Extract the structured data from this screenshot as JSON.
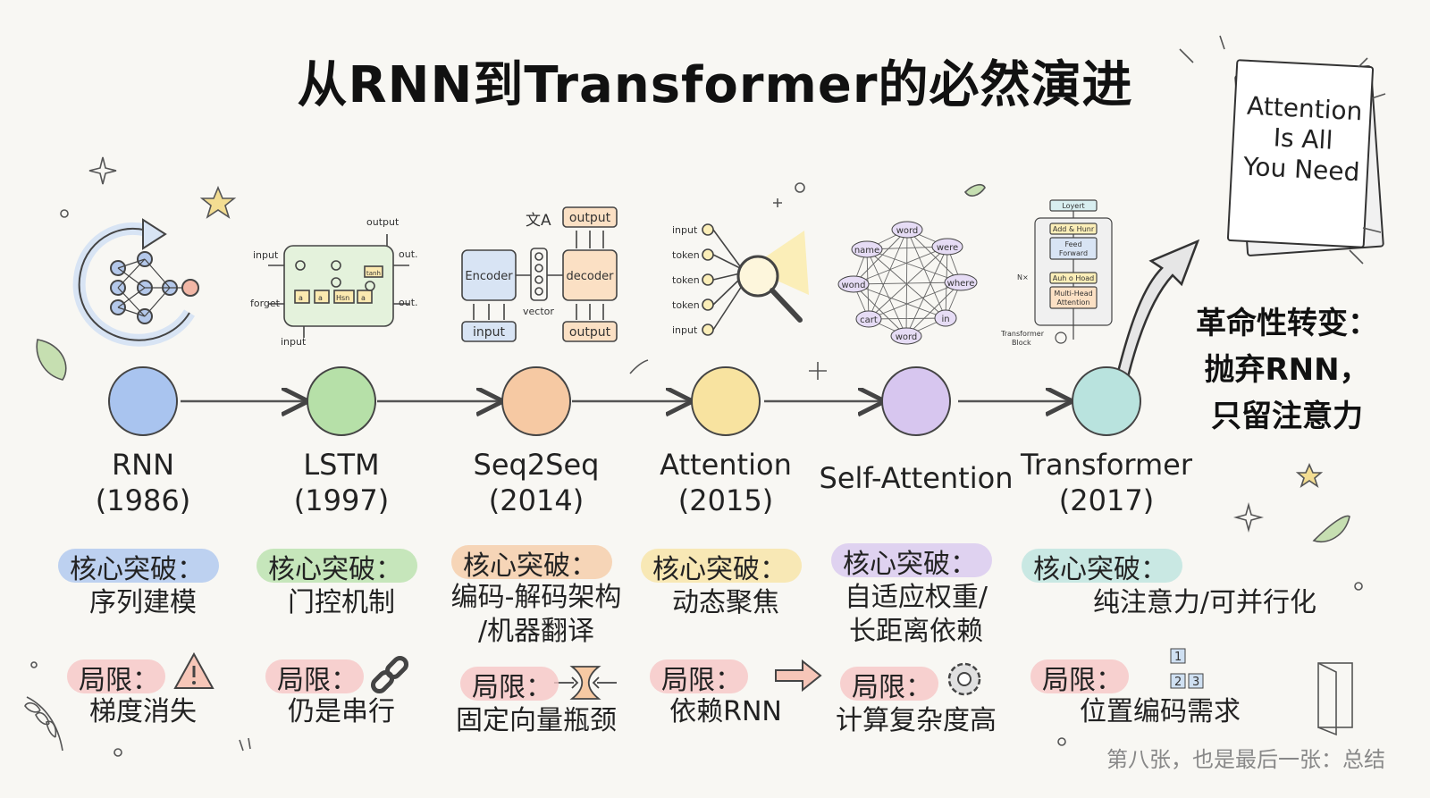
{
  "title": "从RNN到Transformer的必然演进",
  "paper": {
    "line1": "Attention",
    "line2": "Is All",
    "line3": "You Need"
  },
  "revolution": {
    "line1": "革命性转变：",
    "line2": "抛弃RNN，",
    "line3": "只留注意力"
  },
  "footer": "第八张，也是最后一张：总结",
  "nodes": [
    {
      "name": "RNN",
      "year": "(1986)",
      "core_label": "核心突破：",
      "core": "序列建模",
      "core2": "",
      "limit_label": "局限：",
      "limit": "梯度消失",
      "limit_icon": "warning-icon",
      "color": "#a9c4ef"
    },
    {
      "name": "LSTM",
      "year": "(1997)",
      "core_label": "核心突破：",
      "core": "门控机制",
      "core2": "",
      "limit_label": "局限：",
      "limit": "仍是串行",
      "limit_icon": "chain-link-icon",
      "color": "#b6e0a8"
    },
    {
      "name": "Seq2Seq",
      "year": "(2014)",
      "core_label": "核心突破：",
      "core": "编码-解码架构",
      "core2": "/机器翻译",
      "limit_label": "局限：",
      "limit": "固定向量瓶颈",
      "limit_icon": "bottleneck-icon",
      "color": "#f6c9a3"
    },
    {
      "name": "Attention",
      "year": "(2015)",
      "core_label": "核心突破：",
      "core": "动态聚焦",
      "core2": "",
      "limit_label": "局限：",
      "limit": "依赖RNN",
      "limit_icon": "arrow-right-icon",
      "color": "#f8e3a0"
    },
    {
      "name": "Self-Attention",
      "year": "",
      "core_label": "核心突破：",
      "core": "自适应权重/",
      "core2": "长距离依赖",
      "limit_label": "局限：",
      "limit": "计算复杂度高",
      "limit_icon": "gear-icon",
      "color": "#d7c6ef"
    },
    {
      "name": "Transformer",
      "year": "(2017)",
      "core_label": "核心突破：",
      "core": "纯注意力/可并行化",
      "core2": "",
      "limit_label": "局限：",
      "limit": "位置编码需求",
      "limit_icon": "numbered-blocks-icon",
      "color": "#b9e3de"
    }
  ],
  "illustrations": {
    "lstm": {
      "input": "input",
      "forget": "forget",
      "output": "output",
      "out1": "out.",
      "out2": "out.",
      "input2": "input",
      "gate_a1": "a",
      "gate_a2": "a",
      "gate_hsn": "Hsn",
      "gate_a3": "a",
      "gate_tanh": "tanh"
    },
    "seq2seq": {
      "encoder": "Encoder",
      "decoder": "decoder",
      "input": "input",
      "output_top": "output",
      "output_bottom": "output",
      "vector": "vector",
      "translate_glyph": "文A"
    },
    "attention": {
      "tokens": [
        "input",
        "token",
        "token",
        "token",
        "input"
      ]
    },
    "self_attention": {
      "words": [
        "word",
        "were",
        "where",
        "in",
        "word",
        "cart",
        "wond",
        "name"
      ]
    },
    "transformer": {
      "layer": "Loyert",
      "add_norm1": "Add & Hunr",
      "feed_forward_1": "Feed",
      "feed_forward_2": "Forward",
      "add_norm2": "Auh o Hoad",
      "mha_1": "Multi-Head",
      "mha_2": "Attention",
      "nx": "N×",
      "block_1": "Transformer",
      "block_2": "Block"
    }
  }
}
